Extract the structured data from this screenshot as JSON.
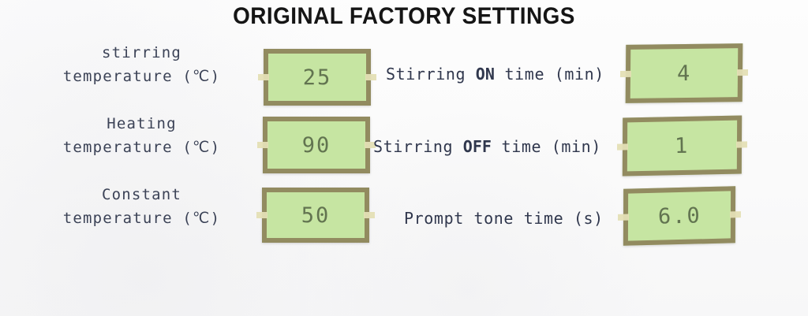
{
  "page": {
    "title": "ORIGINAL FACTORY SETTINGS",
    "background_color": "#fbfbfb",
    "label_color": "#3b4256",
    "box_fill_color": "#c6e5a2",
    "box_border_color": "#928b60",
    "value_text_color": "#5a6b4a"
  },
  "settings": {
    "left_column": [
      {
        "label_line1": "stirring",
        "label_line2": "temperature (℃)",
        "value": "25"
      },
      {
        "label_line1": "Heating",
        "label_line2": "temperature (℃)",
        "value": "90"
      },
      {
        "label_line1": "Constant",
        "label_line2": "temperature (℃)",
        "value": "50"
      }
    ],
    "right_column": [
      {
        "label_prefix": "Stirring ",
        "label_emphasis": "ON",
        "label_suffix": " time (min)",
        "value": "4"
      },
      {
        "label_prefix": "Stirring ",
        "label_emphasis": "OFF",
        "label_suffix": " time (min)",
        "value": "1"
      },
      {
        "label_prefix": "Prompt tone time (s)",
        "label_emphasis": "",
        "label_suffix": "",
        "value": "6.0"
      }
    ]
  }
}
